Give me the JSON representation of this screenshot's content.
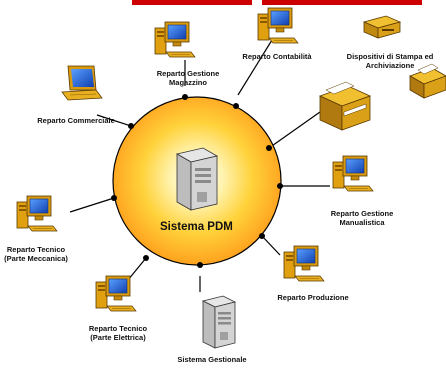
{
  "center": {
    "label": "Sistema PDM"
  },
  "nodes": {
    "magazzino": [
      "Reparto Gestione",
      "Magazzino"
    ],
    "contabilita": [
      "Reparto Contabilità"
    ],
    "stampa": [
      "Dispositivi di Stampa ed",
      "Archiviazione"
    ],
    "commerciale": [
      "Reparto Commerciale"
    ],
    "manualistica": [
      "Reparto Gestione",
      "Manualistica"
    ],
    "tecnico_meccanica": [
      "Reparto Tecnico",
      "(Parte Meccanica)"
    ],
    "produzione": [
      "Reparto Produzione"
    ],
    "tecnico_elettrica": [
      "Reparto Tecnico",
      "(Parte Elettrica)"
    ],
    "gestionale": [
      "Sistema Gestionale"
    ]
  },
  "colors": {
    "hub_center": "#ffffff",
    "hub_mid": "#ffd23a",
    "hub_edge": "#ff9a1a",
    "monitor_screen": "#1f5fd6",
    "pc_body": "#e0a010",
    "connector": "#000000",
    "title_accent": "#cc0000"
  }
}
